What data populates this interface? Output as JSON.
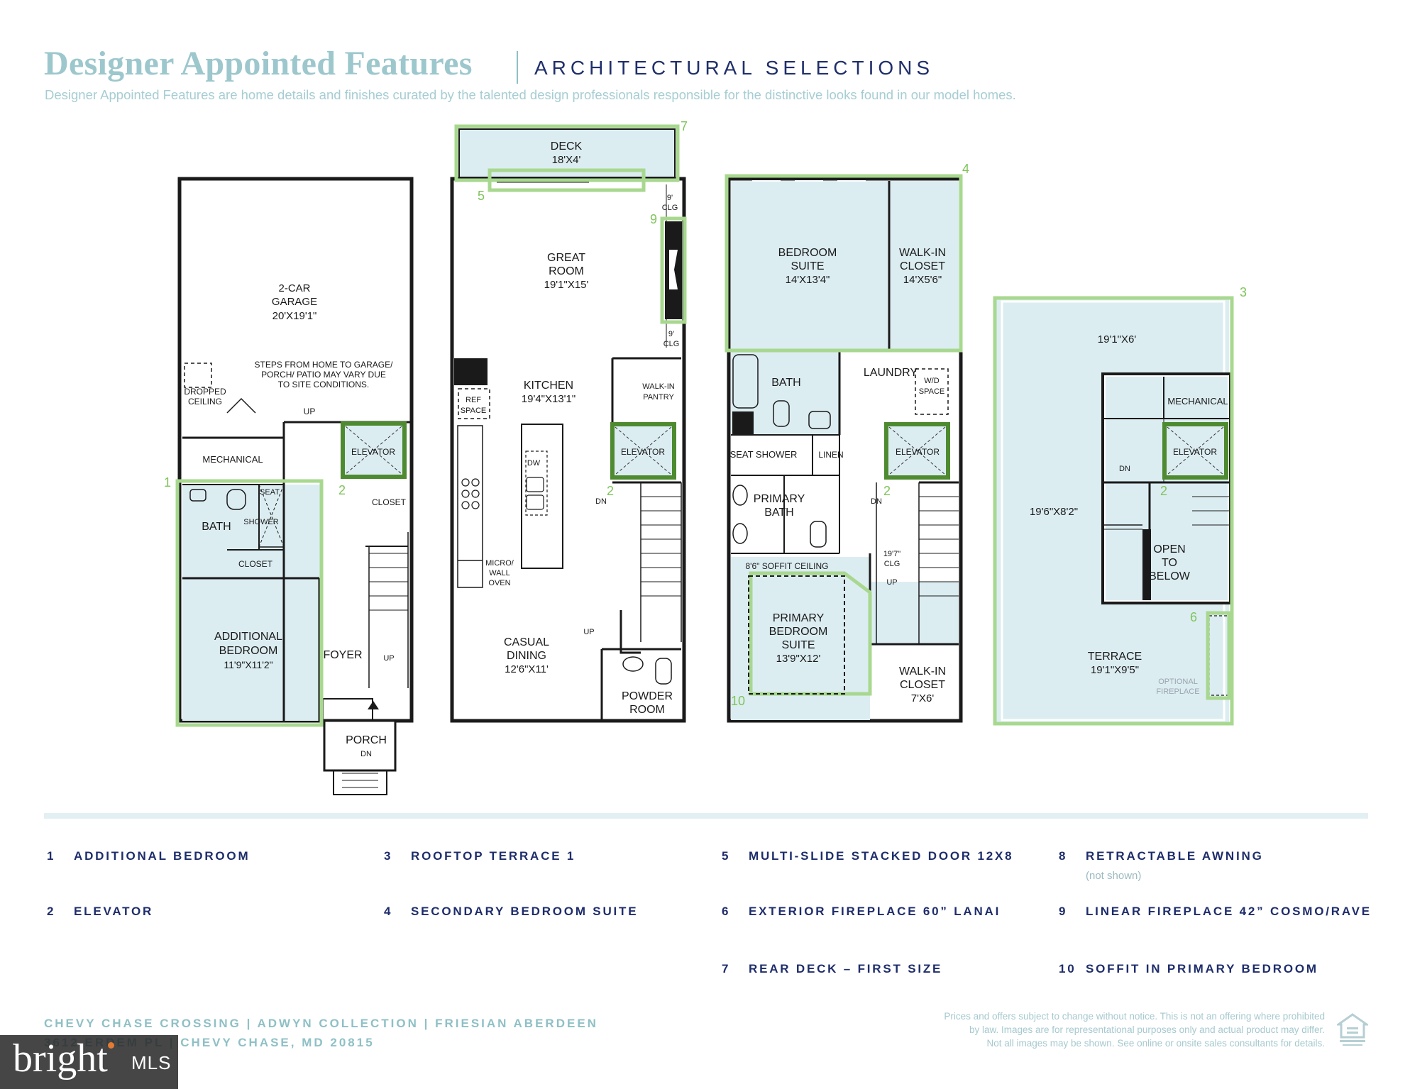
{
  "header": {
    "title": "Designer Appointed Features",
    "subtitle": "ARCHITECTURAL SELECTIONS",
    "description": "Designer Appointed Features are home details and finishes curated by the talented design professionals responsible for the distinctive looks found in our model homes."
  },
  "plans": {
    "level1": {
      "garage": [
        "2-CAR",
        "GARAGE",
        "20'X19'1\""
      ],
      "garage_note": [
        "STEPS FROM HOME TO GARAGE/",
        "PORCH/ PATIO MAY VARY DUE",
        "TO SITE CONDITIONS."
      ],
      "dropped_ceiling": [
        "DROPPED",
        "CEILING"
      ],
      "mechanical": "MECHANICAL",
      "up": "UP",
      "elevator": "ELEVATOR",
      "closet": "CLOSET",
      "bath": "BATH",
      "seat": "SEAT",
      "shower": "SHOWER",
      "closet2": "CLOSET",
      "bedroom": [
        "ADDITIONAL",
        "BEDROOM",
        "11'9\"X11'2\""
      ],
      "foyer": "FOYER",
      "up2": "UP",
      "porch": "PORCH",
      "dn": "DN",
      "marker1": "1",
      "marker2": "2"
    },
    "level2": {
      "deck": [
        "DECK",
        "18'X4'"
      ],
      "clg_top": [
        "9'",
        "CLG"
      ],
      "great_room": [
        "GREAT",
        "ROOM",
        "19'1\"X15'"
      ],
      "clg_mid": [
        "9'",
        "CLG"
      ],
      "ref": [
        "REF",
        "SPACE"
      ],
      "kitchen": [
        "KITCHEN",
        "19'4\"X13'1\""
      ],
      "pantry": [
        "WALK-IN",
        "PANTRY"
      ],
      "dw": "DW",
      "elevator": "ELEVATOR",
      "dn": "DN",
      "oven": [
        "MICRO/",
        "WALL",
        "OVEN"
      ],
      "up": "UP",
      "dining": [
        "CASUAL",
        "DINING",
        "12'6\"X11'"
      ],
      "powder": [
        "POWDER",
        "ROOM"
      ],
      "marker2": "2",
      "marker5": "5",
      "marker7": "7",
      "marker9": "9"
    },
    "level3": {
      "bedroom_suite": [
        "BEDROOM",
        "SUITE",
        "14'X13'4\""
      ],
      "walkin": [
        "WALK-IN",
        "CLOSET",
        "14'X5'6\""
      ],
      "bath": "BATH",
      "laundry": "LAUNDRY",
      "wd": [
        "W/D",
        "SPACE"
      ],
      "seat_shower": "SEAT SHOWER",
      "linen": "LINEN",
      "elevator": "ELEVATOR",
      "primary_bath": [
        "PRIMARY",
        "BATH"
      ],
      "dn": "DN",
      "clg": [
        "19'7\"",
        "CLG"
      ],
      "up": "UP",
      "soffit": "8'6\" SOFFIT CEILING",
      "primary_suite": [
        "PRIMARY",
        "BEDROOM",
        "SUITE",
        "13'9\"X12'"
      ],
      "walkin2": [
        "WALK-IN",
        "CLOSET",
        "7'X6'"
      ],
      "marker2": "2",
      "marker4": "4",
      "marker10": "10"
    },
    "level4": {
      "dim_top": "19'1\"X6'",
      "mechanical": "MECHANICAL",
      "elevator": "ELEVATOR",
      "dn": "DN",
      "dim_side": "19'6\"X8'2\"",
      "open": [
        "OPEN",
        "TO",
        "BELOW"
      ],
      "terrace": [
        "TERRACE",
        "19'1\"X9'5\""
      ],
      "fireplace": [
        "OPTIONAL",
        "FIREPLACE"
      ],
      "marker2": "2",
      "marker3": "3",
      "marker6": "6"
    }
  },
  "features": [
    {
      "num": "1",
      "label": "ADDITIONAL BEDROOM"
    },
    {
      "num": "2",
      "label": "ELEVATOR"
    },
    {
      "num": "3",
      "label": "ROOFTOP TERRACE 1"
    },
    {
      "num": "4",
      "label": "SECONDARY BEDROOM SUITE"
    },
    {
      "num": "5",
      "label": "MULTI-SLIDE STACKED DOOR 12X8"
    },
    {
      "num": "6",
      "label": "EXTERIOR FIREPLACE 60” LANAI"
    },
    {
      "num": "7",
      "label": "REAR DECK – FIRST SIZE"
    },
    {
      "num": "8",
      "label": "RETRACTABLE AWNING",
      "note": "(not shown)"
    },
    {
      "num": "9",
      "label": "LINEAR FIREPLACE 42” COSMO/RAVE"
    },
    {
      "num": "10",
      "label": "SOFFIT IN PRIMARY BEDROOM"
    }
  ],
  "footer": {
    "line1": "CHEVY CHASE CROSSING  |  ADWYN COLLECTION  |  FRIESIAN ABERDEEN",
    "line2": "3612 ERDEM PL  |  CHEVY CHASE, MD 20815",
    "legal": [
      "Prices and offers subject to change without notice. This is not an offering where prohibited",
      "by law. Images are for representational purposes only and actual product may differ.",
      "Not all images may be shown. See online or onsite sales consultants for details."
    ],
    "watermark": "bright",
    "watermark_mls": "MLS"
  },
  "colors": {
    "navy": "#1c2a5e",
    "accent_teal": "#9cc7cd",
    "highlight_green": "#a8d88f",
    "room_fill": "#dcedf2"
  }
}
